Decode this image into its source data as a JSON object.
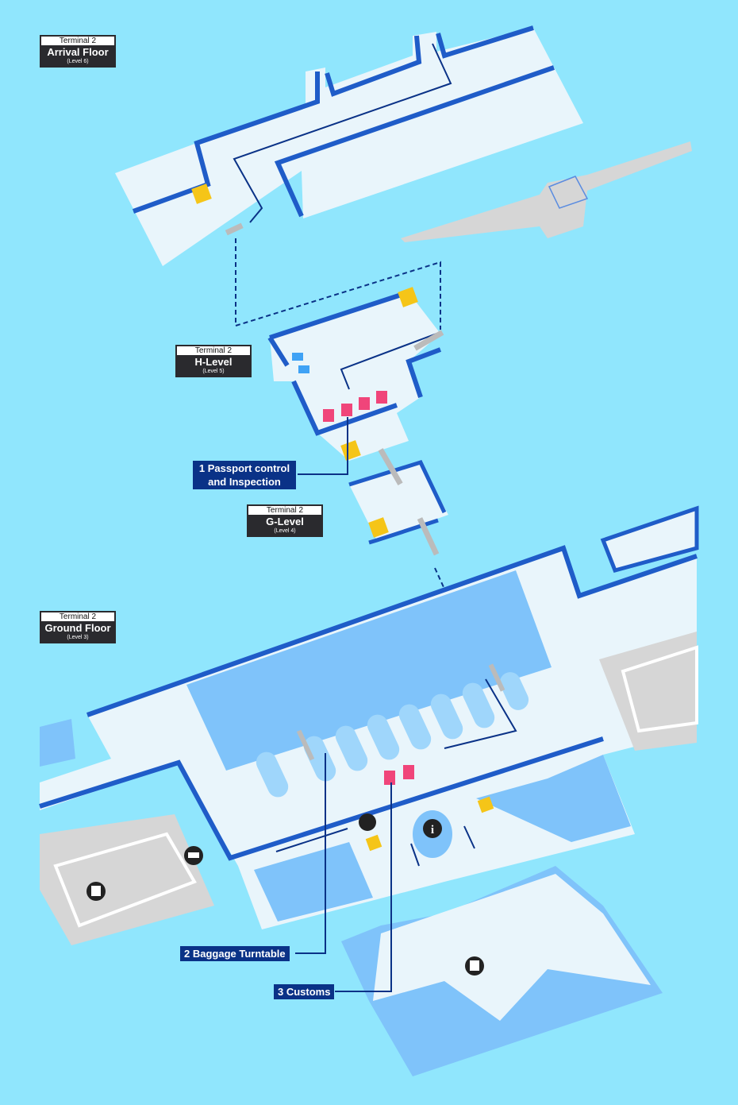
{
  "levels": [
    {
      "terminal": "Terminal 2",
      "name": "Arrival Floor",
      "sub": "(Level 6)"
    },
    {
      "terminal": "Terminal 2",
      "name": "H-Level",
      "sub": "(Level 5)"
    },
    {
      "terminal": "Terminal 2",
      "name": "G-Level",
      "sub": "(Level 4)"
    },
    {
      "terminal": "Terminal 2",
      "name": "Ground Floor",
      "sub": "(Level 3)"
    }
  ],
  "callouts": [
    {
      "line1": "1 Passport control",
      "line2": "and Inspection"
    },
    {
      "label": "2 Baggage Turntable"
    },
    {
      "label": "3 Customs"
    }
  ],
  "colors": {
    "background": "#90e6fd",
    "floor": "#e9f5fb",
    "wall": "#1f5cc8",
    "zone": "#7fc3fa",
    "gate": "#d6d6d6",
    "immigration": "#f0457a",
    "callout": "#0a3287"
  }
}
